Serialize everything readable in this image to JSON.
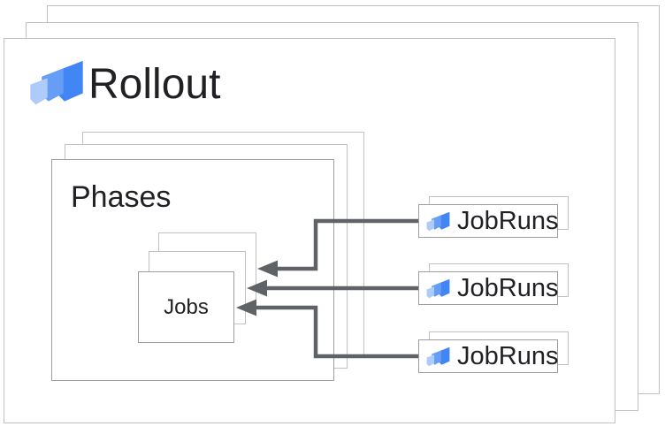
{
  "colors": {
    "icon_blue_dark": "#4285F4",
    "icon_blue_mid": "#669DF6",
    "icon_blue_light": "#AECBFA",
    "arrow": "#5F6368",
    "border_light": "#C2C2C2",
    "border_mid": "#9E9E9E",
    "text": "#202124",
    "background": "#FFFFFF"
  },
  "rollout": {
    "label": "Rollout",
    "icon": "cloud-deploy-icon",
    "stack_count": 3
  },
  "phases": {
    "label": "Phases",
    "stack_count": 3
  },
  "jobs": {
    "label": "Jobs",
    "stack_count": 3
  },
  "jobruns": {
    "icon": "cloud-deploy-icon",
    "stack_count_each": 2,
    "items": [
      {
        "label": "JobRuns"
      },
      {
        "label": "JobRuns"
      },
      {
        "label": "JobRuns"
      }
    ]
  },
  "arrows": [
    {
      "from": "jobruns-1",
      "to": "jobs-stack-back"
    },
    {
      "from": "jobruns-2",
      "to": "jobs-stack-middle"
    },
    {
      "from": "jobruns-3",
      "to": "jobs-stack-front"
    }
  ]
}
